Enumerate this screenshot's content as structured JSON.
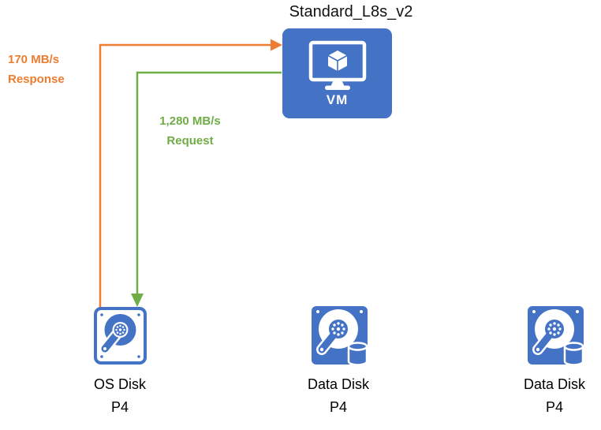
{
  "diagram": {
    "title": "Standard_L8s_v2",
    "vm": {
      "label": "VM"
    },
    "flows": {
      "response": {
        "value": "170 MB/s",
        "label": "Response",
        "color": "#ED7D31"
      },
      "request": {
        "value": "1,280 MB/s",
        "label": "Request",
        "color": "#70AD47"
      }
    },
    "disks": [
      {
        "name": "OS Disk",
        "tier": "P4"
      },
      {
        "name": "Data Disk",
        "tier": "P4"
      },
      {
        "name": "Data Disk",
        "tier": "P4"
      }
    ],
    "colors": {
      "node_blue": "#4472C4",
      "response_orange": "#ED7D31",
      "request_green": "#70AD47"
    }
  }
}
